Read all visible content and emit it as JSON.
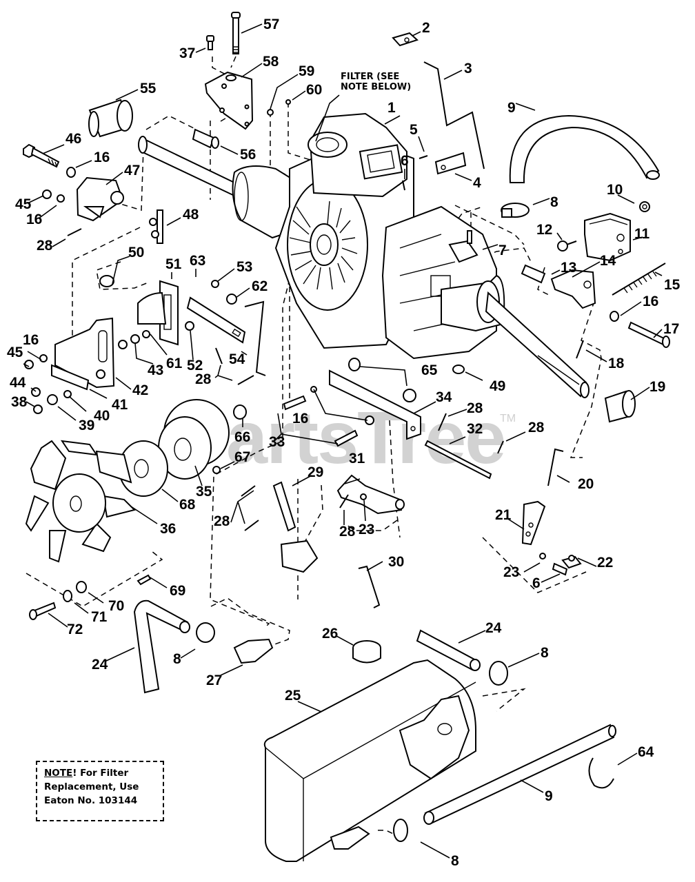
{
  "diagram": {
    "title": "Transmission / Hydrostatic Drive Exploded Parts Diagram",
    "watermark": "PartsTree",
    "watermark_tm": "TM",
    "filter_callout": [
      "FILTER (SEE",
      "NOTE BELOW)"
    ],
    "note": {
      "keyword": "NOTE",
      "line1_rest": "! For Filter",
      "line2": "Replacement, Use",
      "line3": "Eaton No. 103144"
    },
    "callouts": [
      {
        "id": "c1",
        "label": "1"
      },
      {
        "id": "c2",
        "label": "2"
      },
      {
        "id": "c3",
        "label": "3"
      },
      {
        "id": "c4",
        "label": "4"
      },
      {
        "id": "c5",
        "label": "5"
      },
      {
        "id": "c6a",
        "label": "6"
      },
      {
        "id": "c7",
        "label": "7"
      },
      {
        "id": "c8a",
        "label": "8"
      },
      {
        "id": "c9a",
        "label": "9"
      },
      {
        "id": "c10",
        "label": "10"
      },
      {
        "id": "c11",
        "label": "11"
      },
      {
        "id": "c12",
        "label": "12"
      },
      {
        "id": "c13",
        "label": "13"
      },
      {
        "id": "c14",
        "label": "14"
      },
      {
        "id": "c15",
        "label": "15"
      },
      {
        "id": "c16a",
        "label": "16"
      },
      {
        "id": "c17",
        "label": "17"
      },
      {
        "id": "c18",
        "label": "18"
      },
      {
        "id": "c19",
        "label": "19"
      },
      {
        "id": "c20",
        "label": "20"
      },
      {
        "id": "c21",
        "label": "21"
      },
      {
        "id": "c22",
        "label": "22"
      },
      {
        "id": "c23a",
        "label": "23"
      },
      {
        "id": "c6b",
        "label": "6"
      },
      {
        "id": "c37",
        "label": "37"
      },
      {
        "id": "c57",
        "label": "57"
      },
      {
        "id": "c58",
        "label": "58"
      },
      {
        "id": "c59",
        "label": "59"
      },
      {
        "id": "c60",
        "label": "60"
      },
      {
        "id": "c55",
        "label": "55"
      },
      {
        "id": "c56",
        "label": "56"
      },
      {
        "id": "c46",
        "label": "46"
      },
      {
        "id": "c16b",
        "label": "16"
      },
      {
        "id": "c47",
        "label": "47"
      },
      {
        "id": "c45a",
        "label": "45"
      },
      {
        "id": "c16c",
        "label": "16"
      },
      {
        "id": "c48",
        "label": "48"
      },
      {
        "id": "c28a",
        "label": "28"
      },
      {
        "id": "c50",
        "label": "50"
      },
      {
        "id": "c51",
        "label": "51"
      },
      {
        "id": "c63",
        "label": "63"
      },
      {
        "id": "c53",
        "label": "53"
      },
      {
        "id": "c62",
        "label": "62"
      },
      {
        "id": "c16d",
        "label": "16"
      },
      {
        "id": "c45b",
        "label": "45"
      },
      {
        "id": "c43",
        "label": "43"
      },
      {
        "id": "c61",
        "label": "61"
      },
      {
        "id": "c52",
        "label": "52"
      },
      {
        "id": "c54",
        "label": "54"
      },
      {
        "id": "c28b",
        "label": "28"
      },
      {
        "id": "c44",
        "label": "44"
      },
      {
        "id": "c42",
        "label": "42"
      },
      {
        "id": "c41",
        "label": "41"
      },
      {
        "id": "c38",
        "label": "38"
      },
      {
        "id": "c40",
        "label": "40"
      },
      {
        "id": "c39",
        "label": "39"
      },
      {
        "id": "c65",
        "label": "65"
      },
      {
        "id": "c49",
        "label": "49"
      },
      {
        "id": "c34",
        "label": "34"
      },
      {
        "id": "c16e",
        "label": "16"
      },
      {
        "id": "c33",
        "label": "33"
      },
      {
        "id": "c66",
        "label": "66"
      },
      {
        "id": "c28c",
        "label": "28"
      },
      {
        "id": "c32",
        "label": "32"
      },
      {
        "id": "c28d",
        "label": "28"
      },
      {
        "id": "c67",
        "label": "67"
      },
      {
        "id": "c35",
        "label": "35"
      },
      {
        "id": "c68",
        "label": "68"
      },
      {
        "id": "c36",
        "label": "36"
      },
      {
        "id": "c31",
        "label": "31"
      },
      {
        "id": "c29",
        "label": "29"
      },
      {
        "id": "c28e",
        "label": "28"
      },
      {
        "id": "c28f",
        "label": "28"
      },
      {
        "id": "c23b",
        "label": "23"
      },
      {
        "id": "c30",
        "label": "30"
      },
      {
        "id": "c69",
        "label": "69"
      },
      {
        "id": "c70",
        "label": "70"
      },
      {
        "id": "c71",
        "label": "71"
      },
      {
        "id": "c72",
        "label": "72"
      },
      {
        "id": "c24a",
        "label": "24"
      },
      {
        "id": "c8b",
        "label": "8"
      },
      {
        "id": "c27",
        "label": "27"
      },
      {
        "id": "c26",
        "label": "26"
      },
      {
        "id": "c24b",
        "label": "24"
      },
      {
        "id": "c8c",
        "label": "8"
      },
      {
        "id": "c25",
        "label": "25"
      },
      {
        "id": "c64",
        "label": "64"
      },
      {
        "id": "c9b",
        "label": "9"
      },
      {
        "id": "c8d",
        "label": "8"
      }
    ]
  }
}
